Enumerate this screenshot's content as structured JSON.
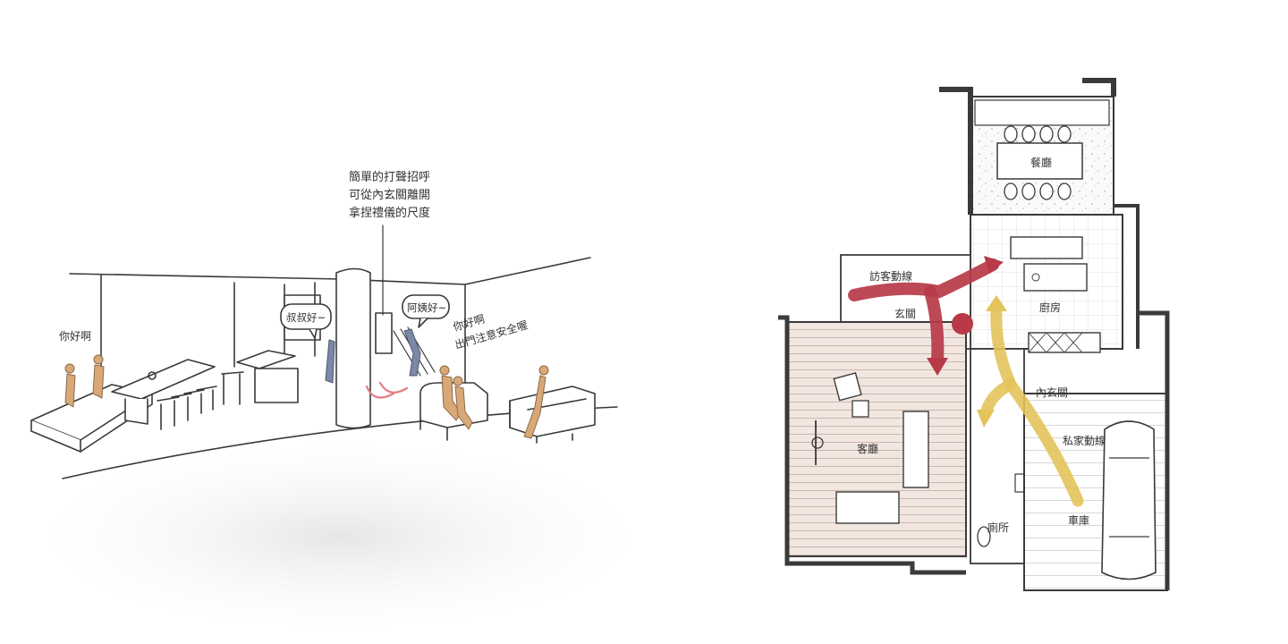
{
  "colors": {
    "ink": "#3a3a3a",
    "figure": "#d9a877",
    "visitor_route": "#b83a48",
    "private_route": "#e3c35a",
    "living_floor": "#f1e4de",
    "kitchen_grid": "#e2e2e2",
    "cushion_pink": "#f3c4c4"
  },
  "sketch": {
    "caption": [
      "簡單的打聲招呼",
      "可從內玄關離開",
      "拿捏禮儀的尺度"
    ],
    "bubble_uncle": "叔叔好~",
    "bubble_aunt": "阿姨好~",
    "greeting_hello": "你好啊",
    "greeting_reply": [
      "你好啊",
      "出門注意安全喔"
    ]
  },
  "plan": {
    "rooms": {
      "dining": "餐廳",
      "kitchen": "廚房",
      "entry": "玄關",
      "living": "客廳",
      "inner_entry": "內玄關",
      "toilet": "廁所",
      "garage": "車庫"
    },
    "routes": {
      "visitor": "訪客動線",
      "private": "私家動線"
    }
  }
}
